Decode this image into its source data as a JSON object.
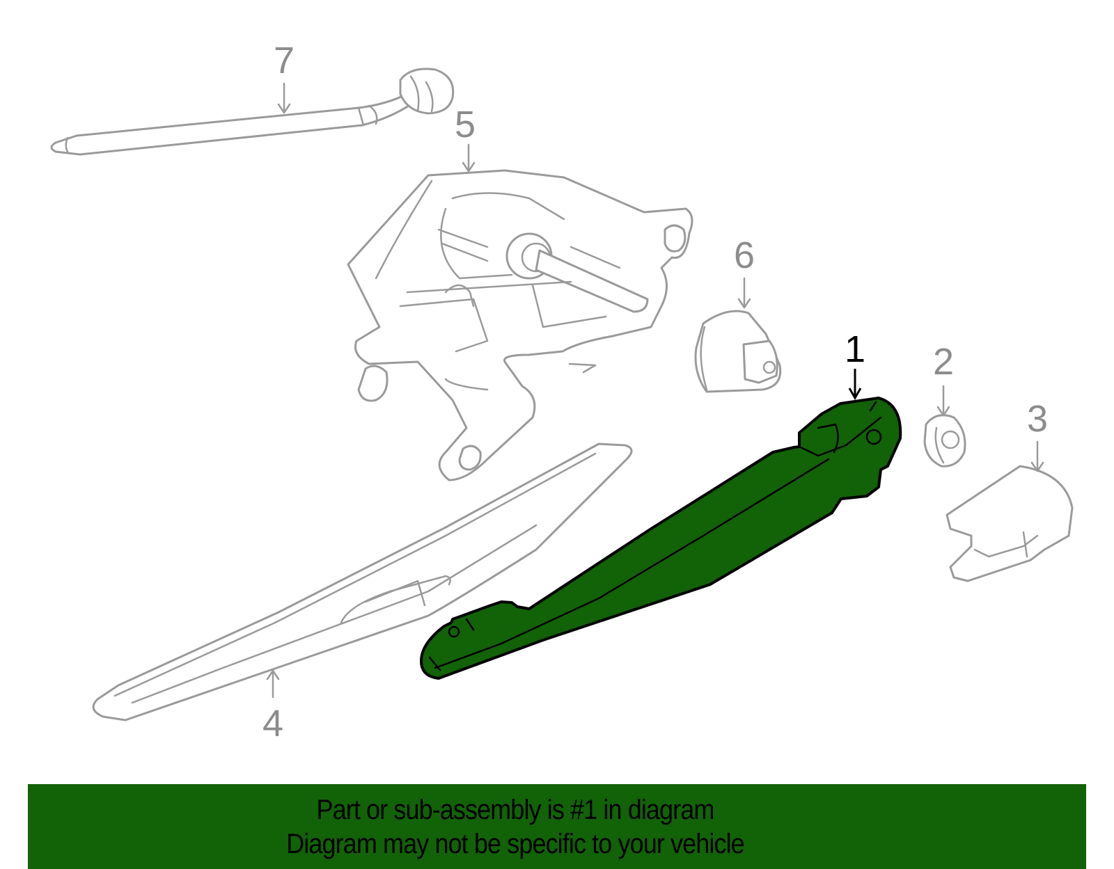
{
  "diagram": {
    "title": "Rear wiper assembly parts diagram",
    "highlight_color": "#126207",
    "ghost_color": "#9a9a9a",
    "highlighted_part": "1",
    "callouts": [
      {
        "id": "1",
        "label": "1",
        "part": "wiper-arm",
        "highlighted": true
      },
      {
        "id": "2",
        "label": "2",
        "part": "nut"
      },
      {
        "id": "3",
        "label": "3",
        "part": "cap"
      },
      {
        "id": "4",
        "label": "4",
        "part": "wiper-blade"
      },
      {
        "id": "5",
        "label": "5",
        "part": "wiper-motor"
      },
      {
        "id": "6",
        "label": "6",
        "part": "grommet"
      },
      {
        "id": "7",
        "label": "7",
        "part": "wiper-shaft"
      }
    ]
  },
  "banner": {
    "line1": "Part or sub-assembly is #1 in diagram",
    "line2": "Diagram may not be specific to your vehicle",
    "background": "#126207"
  }
}
